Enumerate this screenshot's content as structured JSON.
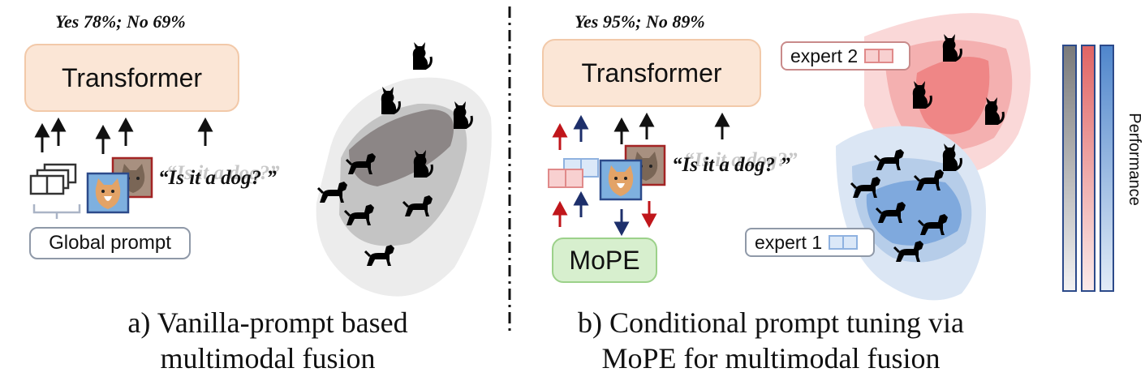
{
  "left": {
    "stat": "Yes 78%; No 69%",
    "transformer_label": "Transformer",
    "prompt_label": "Global  prompt",
    "question": "“Is it a dog? ”",
    "question_ghost": "“Is it a dog?”",
    "caption_line1": "a) Vanilla-prompt based",
    "caption_line2": "multimodal fusion"
  },
  "right": {
    "stat": "Yes 95%; No 89%",
    "transformer_label": "Transformer",
    "mope_label": "MoPE",
    "question": "“Is it a dog? ”",
    "question_ghost": "“Is it a dog?”",
    "expert1_label": "expert 1",
    "expert2_label": "expert 2",
    "caption_line1": "b) Conditional prompt tuning via",
    "caption_line2": "MoPE for multimodal fusion"
  },
  "legend": {
    "label": "Performance",
    "colors": [
      "#8a8a8a",
      "#e06a6a",
      "#5b8fd0"
    ]
  },
  "colors": {
    "arrow_dark": "#111111",
    "arrow_red": "#c0161b",
    "arrow_navy": "#1d2f6b"
  }
}
